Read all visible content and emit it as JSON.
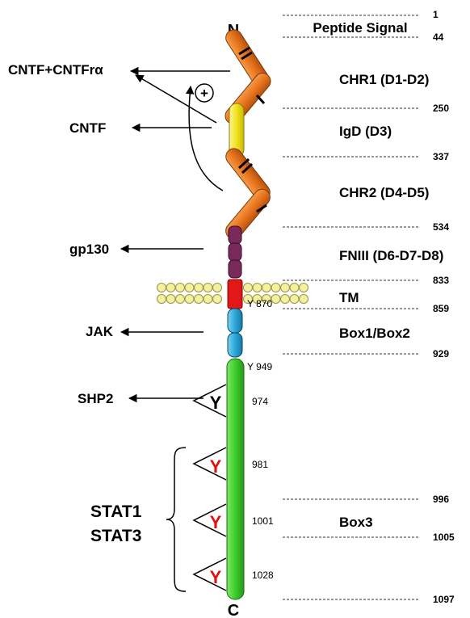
{
  "termini": {
    "n": "N",
    "c": "C"
  },
  "domains": [
    {
      "label": "Peptide Signal"
    },
    {
      "label": "CHR1 (D1-D2)"
    },
    {
      "label": "IgD (D3)"
    },
    {
      "label": "CHR2 (D4-D5)"
    },
    {
      "label": "FNIII (D6-D7-D8)"
    },
    {
      "label": "TM"
    },
    {
      "label": "Box1/Box2"
    },
    {
      "label": "Box3"
    }
  ],
  "boundaries": [
    "1",
    "44",
    "250",
    "337",
    "534",
    "833",
    "859",
    "929",
    "996",
    "1005",
    "1097"
  ],
  "ligands": [
    {
      "label": "CNTF+CNTFrα"
    },
    {
      "label": "CNTF"
    },
    {
      "label": "gp130"
    },
    {
      "label": "JAK"
    },
    {
      "label": "SHP2"
    }
  ],
  "stat_labels": [
    "STAT1",
    "STAT3"
  ],
  "plus_symbol": "+",
  "tyrosine_letter": "Y",
  "tyrosines": [
    {
      "position": "Y 870"
    },
    {
      "position": "Y 949"
    },
    {
      "position": "974"
    },
    {
      "position": "981"
    },
    {
      "position": "1001"
    },
    {
      "position": "1028"
    }
  ],
  "colors": {
    "chr": "#e8741c",
    "igd": "#f2e21a",
    "fniii": "#7a2a5a",
    "tm": "#e21818",
    "box12": "#2aa8d8",
    "cyto": "#3dcc2a",
    "membrane": "#f5efa0",
    "tyr_black": "#000000",
    "tyr_red": "#e01010"
  }
}
